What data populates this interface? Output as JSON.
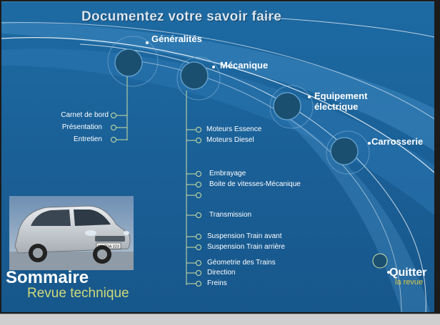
{
  "header": {
    "title": "Documentez votre savoir faire"
  },
  "categories": [
    {
      "key": "generalites",
      "label": "Généralités"
    },
    {
      "key": "mecanique",
      "label": "Mécanique"
    },
    {
      "key": "equipement",
      "label_line1": "Equipement",
      "label_line2": "électrique"
    },
    {
      "key": "carrosserie",
      "label": "Carrosserie"
    }
  ],
  "generalites_items": [
    "Carnet de bord",
    "Présentation",
    "Entretien"
  ],
  "mecanique_items": [
    "Moteurs Essence",
    "Moteurs Diesel",
    "Embrayage",
    "Boite de vitesses-Mécanique",
    "",
    "Transmission",
    "Suspension Train avant",
    "Suspension Train arrière",
    "Géometrie des Trains",
    "Direction",
    "Freins"
  ],
  "footer": {
    "sommaire": "Sommaire",
    "revue_technique": "Revue technique",
    "quitter": "Quitter",
    "la_revue": "la revue"
  },
  "car_image": {
    "plate_text": "MAZDA 323"
  },
  "colors": {
    "background": "#1a5f96",
    "accent_yellow": "#cdd97a",
    "node_fill": "#1a4f70",
    "line": "#cfe0a0"
  }
}
